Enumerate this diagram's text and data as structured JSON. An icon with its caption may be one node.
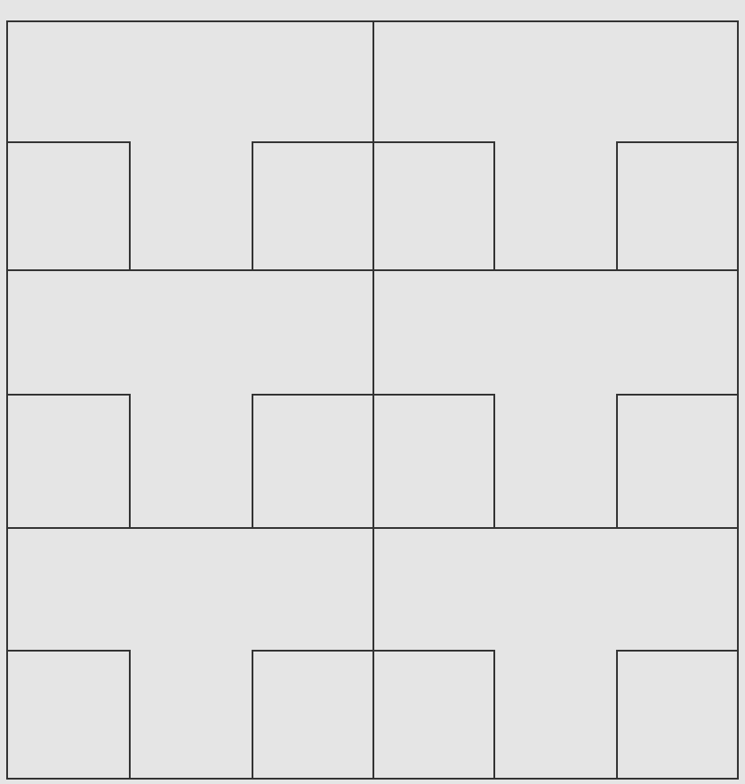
{
  "diagram": {
    "nodes": [
      {
        "text": [],
        "shape": "box"
      },
      {
        "text": [],
        "shape": "box",
        "in": 0
      },
      {
        "text": [],
        "shape": "box",
        "in": 0
      },
      {
        "text": [],
        "shape": "box"
      },
      {
        "text": [],
        "shape": "box",
        "in": 3
      },
      {
        "text": [],
        "shape": "box",
        "in": 3
      },
      {
        "text": [],
        "shape": "box"
      },
      {
        "text": [],
        "shape": "box",
        "in": 6
      },
      {
        "text": [],
        "shape": "box",
        "in": 6
      },
      {
        "text": [],
        "shape": "box"
      },
      {
        "text": [],
        "shape": "box",
        "in": 9
      },
      {
        "text": [],
        "shape": "box",
        "in": 9
      },
      {
        "text": [],
        "shape": "box"
      },
      {
        "text": [],
        "shape": "box",
        "in": 12
      },
      {
        "text": [],
        "shape": "box",
        "in": 12
      },
      {
        "text": [],
        "shape": "box"
      },
      {
        "text": [],
        "shape": "box",
        "in": 15
      },
      {
        "text": [],
        "shape": "box",
        "in": 15
      }
    ]
  }
}
